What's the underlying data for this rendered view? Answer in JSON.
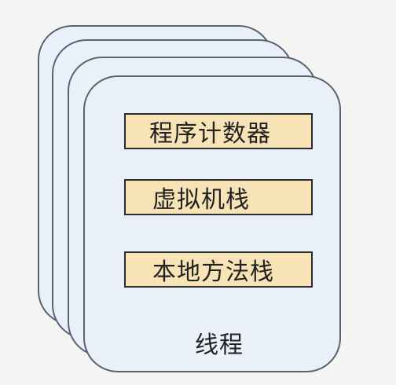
{
  "diagram": {
    "blocks": [
      {
        "label": "程序计数器"
      },
      {
        "label": "虚拟机栈"
      },
      {
        "label": "本地方法栈"
      }
    ],
    "container_label": "线程",
    "colors": {
      "card_fill": "#e9f0fa",
      "card_border": "#5a6173",
      "block_fill": "#f7e3b5",
      "block_border": "#2b2b2b",
      "text": "#222222",
      "background": "#f4f4f3"
    }
  }
}
